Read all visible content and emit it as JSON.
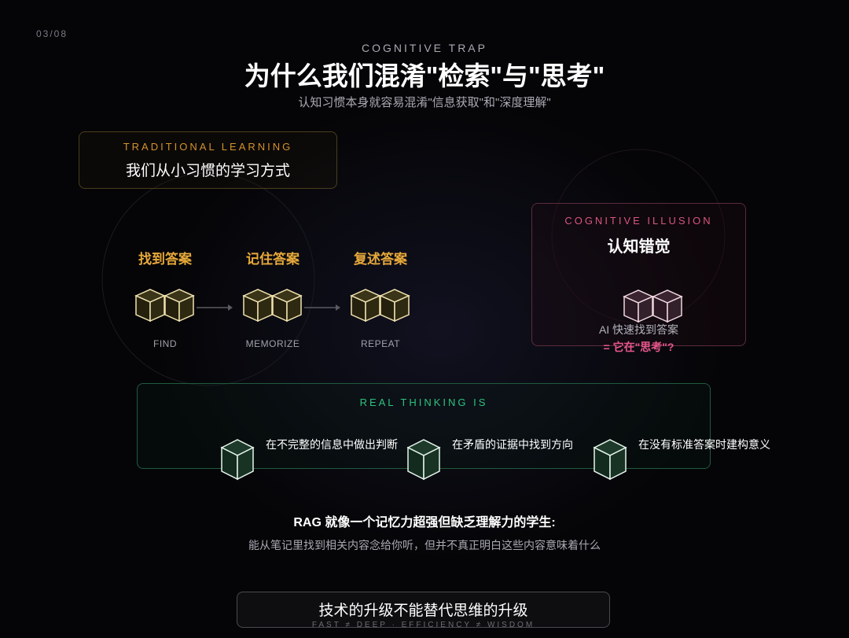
{
  "page_number": "03/08",
  "header": {
    "eyebrow": "COGNITIVE TRAP",
    "title": "为什么我们混淆\"检索\"与\"思考\"",
    "subtitle": "认知习惯本身就容易混淆\"信息获取\"和\"深度理解\""
  },
  "traditional": {
    "tag": "TRADITIONAL LEARNING",
    "title": "我们从小习惯的学习方式",
    "steps": [
      {
        "label": "找到答案",
        "en": "FIND"
      },
      {
        "label": "记住答案",
        "en": "MEMORIZE"
      },
      {
        "label": "复述答案",
        "en": "REPEAT"
      }
    ]
  },
  "illusion": {
    "tag": "COGNITIVE ILLUSION",
    "title": "认知错觉",
    "line1": "AI 快速找到答案",
    "line2": "= 它在\"思考\"?"
  },
  "thinking": {
    "tag": "REAL THINKING IS",
    "items": [
      "在不完整的信息中做出判断",
      "在矛盾的证据中找到方向",
      "在没有标准答案时建构意义"
    ]
  },
  "rag": {
    "line1": "RAG 就像一个记忆力超强但缺乏理解力的学生:",
    "line2": "能从笔记里找到相关内容念给你听，但并不真正明白这些内容意味着什么"
  },
  "bottom": {
    "title": "技术的升级不能替代思维的升级",
    "sub": "FAST ≠ DEEP · EFFICIENCY ≠ WISDOM"
  },
  "colors": {
    "gold": "#e8a93a",
    "pink": "#d8567e",
    "green": "#2fc27f"
  }
}
